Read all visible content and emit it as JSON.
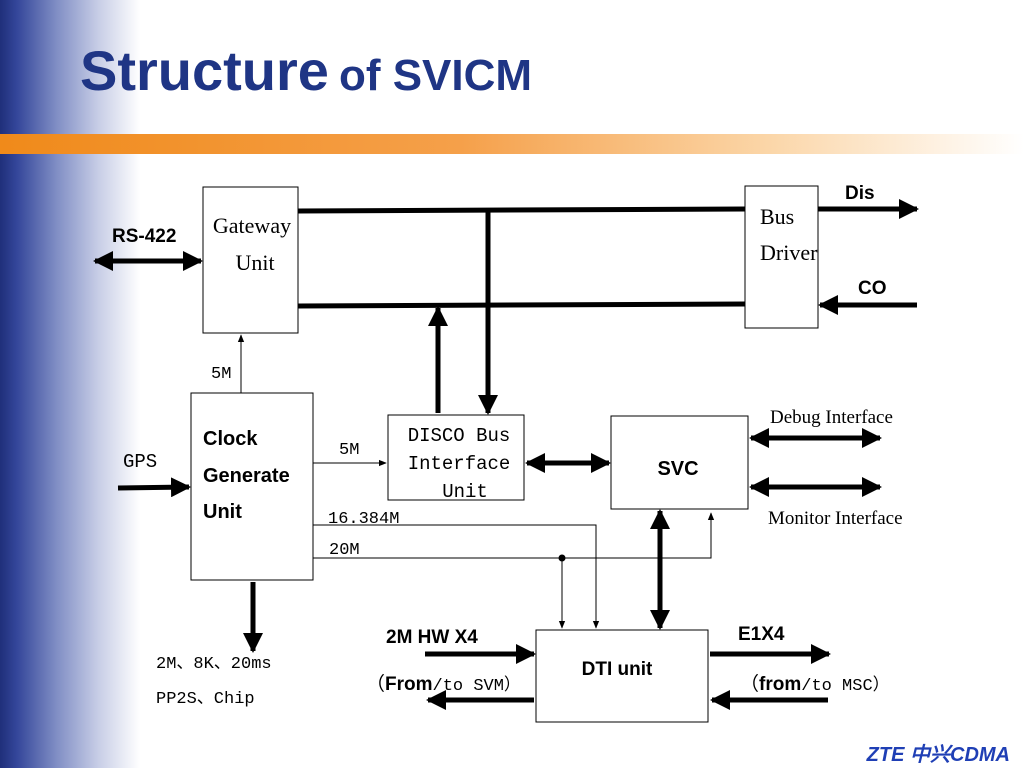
{
  "slide": {
    "title_main": "Structure",
    "title_rest": "of SVICM",
    "footer": "ZTE 中兴CDMA"
  },
  "blocks": {
    "gateway": [
      "Gateway",
      "Unit"
    ],
    "bus_driver": [
      "Bus",
      "Driver"
    ],
    "clock": [
      "Clock",
      "Generate",
      "Unit"
    ],
    "disco": [
      "DISCO Bus",
      "Interface",
      "Unit"
    ],
    "svc": "SVC",
    "dti": "DTI unit"
  },
  "labels": {
    "rs422": "RS-422",
    "dis": "Dis",
    "co": "CO",
    "gps": "GPS",
    "clk_to_gateway": "5M",
    "clk_to_disco": "5M",
    "freq_16": "16.384M",
    "freq_20": "20M",
    "clock_outputs_line1": "2M、8K、20ms",
    "clock_outputs_line2": "PP2S、Chip",
    "debug": "Debug Interface",
    "monitor": "Monitor Interface",
    "hw_in": "2M HW X4",
    "from_svm_bold": "From",
    "from_svm_rest": "/to SVM）",
    "from_svm_paren": "（",
    "e1": "E1X4",
    "from_msc_paren": "（",
    "from_msc_bold": "from",
    "from_msc_rest": "/to MSC）"
  }
}
